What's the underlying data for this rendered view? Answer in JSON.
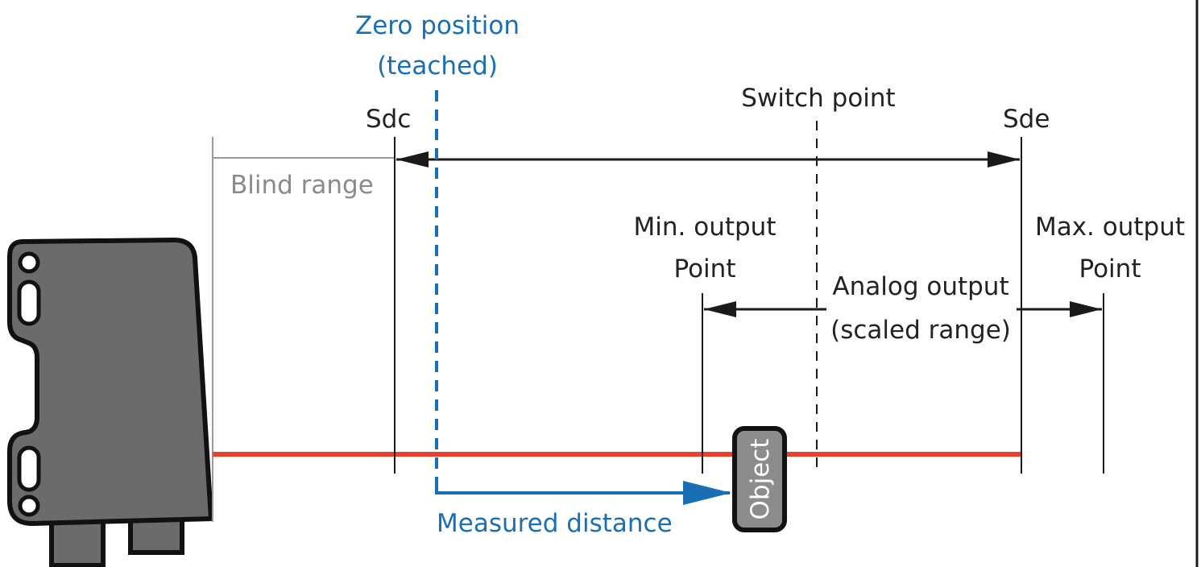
{
  "labels": {
    "zero_position_line1": "Zero position",
    "zero_position_line2": "(teached)",
    "sdc": "Sdc",
    "switch_point": "Switch point",
    "sde": "Sde",
    "blind_range": "Blind range",
    "min_output_line1": "Min. output",
    "min_output_line2": "Point",
    "max_output_line1": "Max. output",
    "max_output_line2": "Point",
    "analog_output_line1": "Analog output",
    "analog_output_line2": "(scaled range)",
    "measured_distance": "Measured distance",
    "object": "Object"
  },
  "colors": {
    "beam": "#e8412c",
    "accent_blue": "#1a6fb4",
    "sensor_body": "#6b6b6b",
    "object_fill": "#8c8c8c",
    "line": "#1a1a1a",
    "blind_range_line": "#9a9a9a"
  }
}
